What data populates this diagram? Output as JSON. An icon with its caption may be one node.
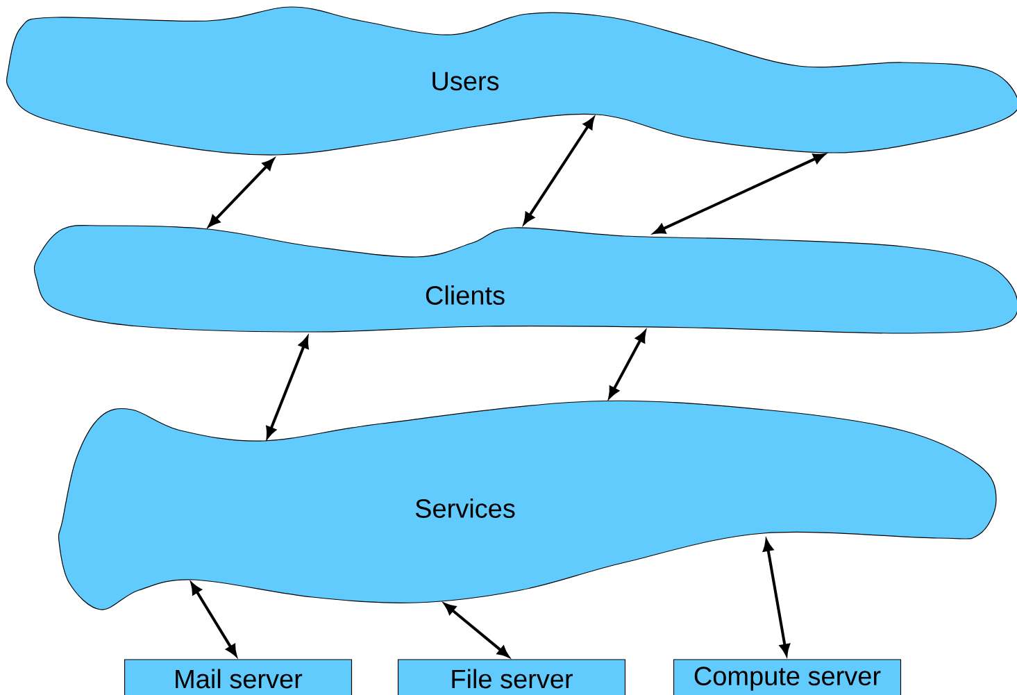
{
  "diagram": {
    "nodes": [
      {
        "text": [
          "Users"
        ]
      },
      {
        "text": [
          "Clients"
        ]
      },
      {
        "text": [
          "Services"
        ]
      },
      {
        "text": [
          "Mail server"
        ]
      },
      {
        "text": [
          "File server"
        ]
      },
      {
        "text": [
          "Compute server"
        ]
      }
    ],
    "edges": [
      {
        "from": 0,
        "to": 1,
        "arrow": "both"
      },
      {
        "from": 0,
        "to": 1,
        "arrow": "both"
      },
      {
        "from": 0,
        "to": 1,
        "arrow": "both"
      },
      {
        "from": 1,
        "to": 2,
        "arrow": "both"
      },
      {
        "from": 1,
        "to": 2,
        "arrow": "both"
      },
      {
        "from": 2,
        "to": 3,
        "arrow": "both"
      },
      {
        "from": 2,
        "to": 4,
        "arrow": "both"
      },
      {
        "from": 2,
        "to": 5,
        "arrow": "both"
      }
    ]
  }
}
